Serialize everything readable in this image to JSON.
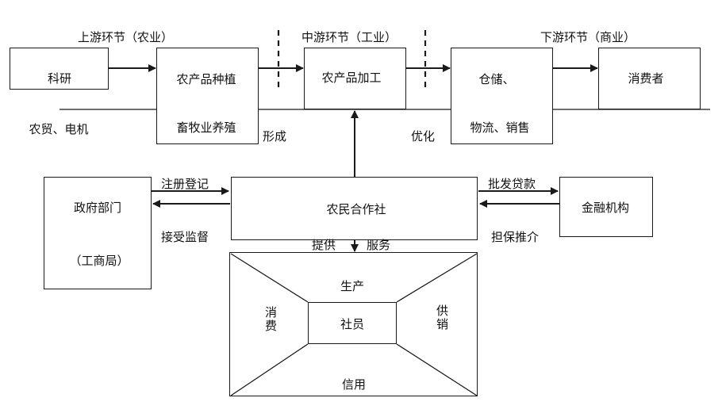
{
  "stages": {
    "upstream": "上游环节（农业）",
    "midstream": "中游环节（工业）",
    "downstream": "下游环节（商业）"
  },
  "chain": {
    "research": "科研",
    "trade": "农贸、电机",
    "planting": "农产品种植",
    "livestock": "畜牧业养殖",
    "processing": "农产品加工",
    "storage": "仓储、",
    "logistics": "物流、销售",
    "consumer": "消费者"
  },
  "flow": {
    "form": "形成",
    "optimize": "优化"
  },
  "cooperative": {
    "name": "农民合作社",
    "provide": "提供",
    "service": "服务"
  },
  "government": {
    "name": "政府部门",
    "sub": "（工商局）",
    "register": "注册登记",
    "supervise": "接受监督"
  },
  "finance": {
    "name": "金融机构",
    "loan": "批发贷款",
    "guarantee": "担保推介"
  },
  "services": {
    "center": "社员",
    "top": "生产",
    "bottom": "信用",
    "left": "消费",
    "right": "供销"
  },
  "colors": {
    "line": "#1a1a1a",
    "text": "#111111",
    "background": "#ffffff"
  }
}
